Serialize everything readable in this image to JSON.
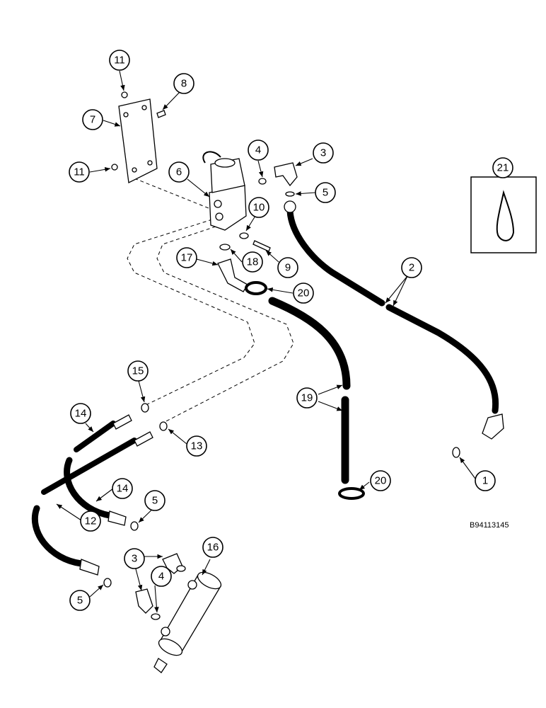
{
  "figure_code": "B94113145",
  "callouts": {
    "c1": "1",
    "c2": "2",
    "c3a": "3",
    "c3b": "3",
    "c4a": "4",
    "c4b": "4",
    "c5a": "5",
    "c5b": "5",
    "c5c": "5",
    "c6": "6",
    "c7": "7",
    "c8": "8",
    "c9": "9",
    "c10": "10",
    "c11a": "11",
    "c11b": "11",
    "c12": "12",
    "c13": "13",
    "c14a": "14",
    "c14b": "14",
    "c15": "15",
    "c16": "16",
    "c17": "17",
    "c18": "18",
    "c19": "19",
    "c20a": "20",
    "c20b": "20",
    "c21": "21"
  }
}
